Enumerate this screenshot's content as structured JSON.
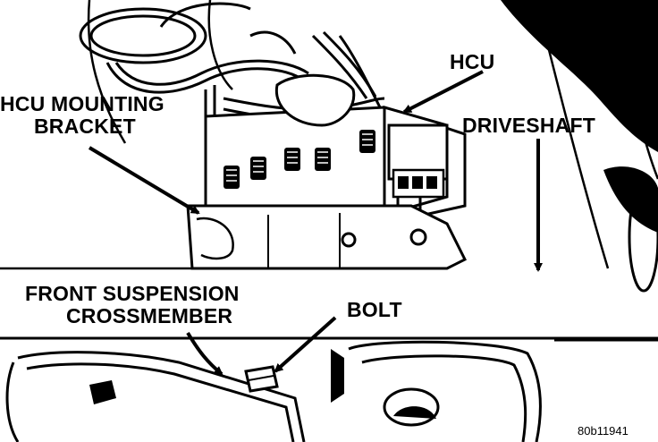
{
  "labels": {
    "hcu": "HCU",
    "hcu_mounting_bracket": [
      "HCU MOUNTING",
      "BRACKET"
    ],
    "driveshaft": "DRIVESHAFT",
    "front_suspension_crossmember": [
      "FRONT SUSPENSION",
      "CROSSMEMBER"
    ],
    "bolt": "BOLT"
  },
  "figure_id": "80b11941",
  "colors": {
    "ink": "#000000",
    "paper": "#ffffff"
  }
}
